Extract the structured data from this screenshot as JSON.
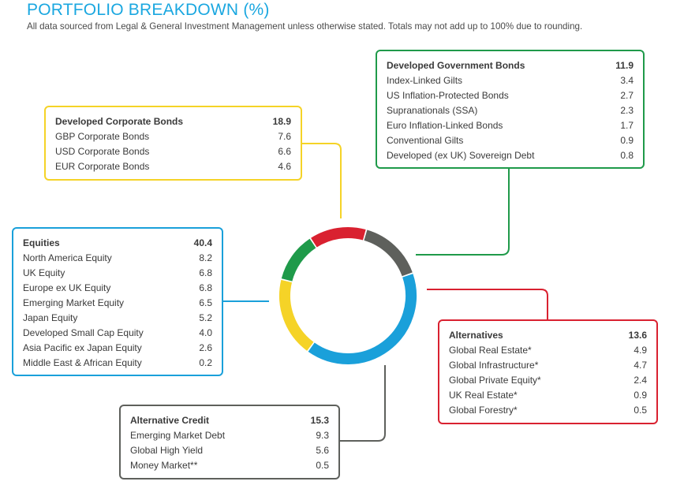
{
  "header": {
    "title": "PORTFOLIO BREAKDOWN (%)",
    "subtitle": "All data sourced from Legal & General Investment Management unless otherwise stated. Totals may not add up to 100% due to rounding."
  },
  "chart_data": {
    "type": "pie",
    "donut": true,
    "categories": [
      "Developed Corporate Bonds",
      "Developed Government Bonds",
      "Alternatives",
      "Alternative Credit",
      "Equities"
    ],
    "values": [
      18.9,
      11.9,
      13.6,
      15.3,
      40.4
    ],
    "colors": [
      "#f5d327",
      "#1f9a4a",
      "#d92130",
      "#5e605c",
      "#1aa0da"
    ],
    "breakdowns": [
      {
        "name": "Developed Corporate Bonds",
        "total": "18.9",
        "color": "#f5d327",
        "items": [
          {
            "label": "GBP Corporate Bonds",
            "value": "7.6"
          },
          {
            "label": "USD Corporate Bonds",
            "value": "6.6"
          },
          {
            "label": "EUR Corporate Bonds",
            "value": "4.6"
          }
        ]
      },
      {
        "name": "Developed Government Bonds",
        "total": "11.9",
        "color": "#1f9a4a",
        "items": [
          {
            "label": "Index-Linked Gilts",
            "value": "3.4"
          },
          {
            "label": "US Inflation-Protected Bonds",
            "value": "2.7"
          },
          {
            "label": "Supranationals (SSA)",
            "value": "2.3"
          },
          {
            "label": "Euro Inflation-Linked Bonds",
            "value": "1.7"
          },
          {
            "label": "Conventional Gilts",
            "value": "0.9"
          },
          {
            "label": "Developed (ex UK) Sovereign Debt",
            "value": "0.8"
          }
        ]
      },
      {
        "name": "Alternatives",
        "total": "13.6",
        "color": "#d92130",
        "items": [
          {
            "label": "Global Real Estate*",
            "value": "4.9"
          },
          {
            "label": "Global Infrastructure*",
            "value": "4.7"
          },
          {
            "label": "Global Private Equity*",
            "value": "2.4"
          },
          {
            "label": "UK Real Estate*",
            "value": "0.9"
          },
          {
            "label": "Global Forestry*",
            "value": "0.5"
          }
        ]
      },
      {
        "name": "Alternative Credit",
        "total": "15.3",
        "color": "#5e605c",
        "items": [
          {
            "label": "Emerging Market Debt",
            "value": "9.3"
          },
          {
            "label": "Global High Yield",
            "value": "5.6"
          },
          {
            "label": "Money Market**",
            "value": "0.5"
          }
        ]
      },
      {
        "name": "Equities",
        "total": "40.4",
        "color": "#1aa0da",
        "items": [
          {
            "label": "North America Equity",
            "value": "8.2"
          },
          {
            "label": "UK Equity",
            "value": "6.8"
          },
          {
            "label": "Europe ex UK Equity",
            "value": "6.8"
          },
          {
            "label": "Emerging Market Equity",
            "value": "6.5"
          },
          {
            "label": "Japan Equity",
            "value": "5.2"
          },
          {
            "label": "Developed Small Cap Equity",
            "value": "4.0"
          },
          {
            "label": "Asia Pacific ex Japan Equity",
            "value": "2.6"
          },
          {
            "label": "Middle East & African Equity",
            "value": "0.2"
          }
        ]
      }
    ]
  }
}
